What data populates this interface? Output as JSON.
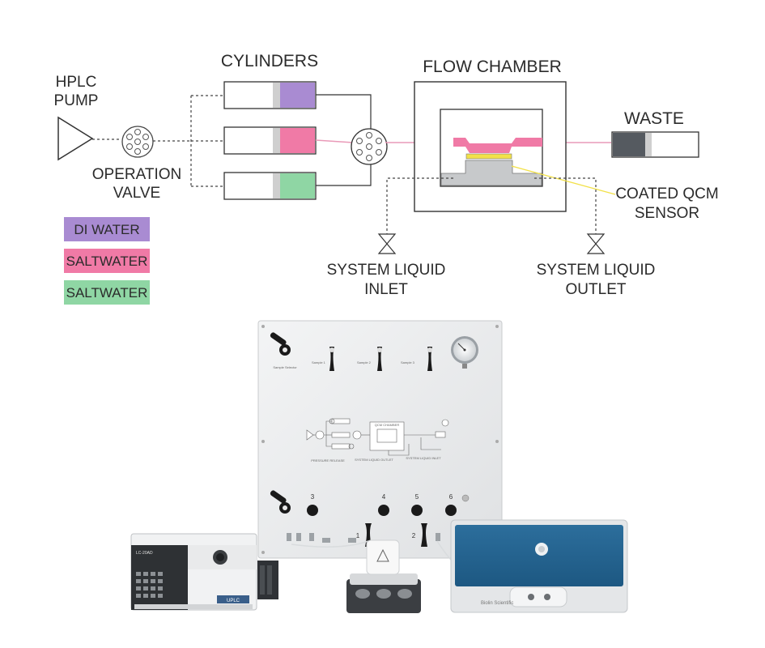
{
  "diagram": {
    "pump_label_line1": "HPLC",
    "pump_label_line2": "PUMP",
    "valve_label_line1": "OPERATION",
    "valve_label_line2": "VALVE",
    "cylinders_label": "CYLINDERS",
    "flow_chamber_label": "FLOW CHAMBER",
    "waste_label": "WASTE",
    "sensor_label_line1": "COATED QCM",
    "sensor_label_line2": "SENSOR",
    "inlet_label_line1": "SYSTEM LIQUID",
    "inlet_label_line2": "INLET",
    "outlet_label_line1": "SYSTEM LIQUID",
    "outlet_label_line2": "OUTLET",
    "legend": [
      {
        "label": "DI WATER",
        "color": "#a98bd2"
      },
      {
        "label": "SALTWATER",
        "color": "#f07aa6"
      },
      {
        "label": "SALTWATER",
        "color": "#8fd6a4"
      }
    ],
    "colors": {
      "purple": "#a98bd2",
      "pink": "#f07aa6",
      "green": "#8fd6a4",
      "sensor_yellow": "#f2e14a",
      "waste_dark": "#555a60",
      "pink_line": "#e99ab8"
    }
  },
  "photo": {
    "panel_labels": {
      "sample1": "Sample 1",
      "sample2": "Sample 2",
      "sample3": "Sample 3",
      "sample_selector": "Sample Selector",
      "pressure_release": "PRESSURE RELEASE",
      "system_liquid_outlet": "SYSTEM LIQUID OUTLET",
      "system_liquid_inlet": "SYSTEM LIQUID INLET",
      "qcm_chamber": "QCM CHAMBER",
      "valve_nums": [
        "3",
        "4",
        "5",
        "6",
        "1",
        "2"
      ]
    },
    "pump_brand": "LC-20AD",
    "pump_badge": "UPLC",
    "qcm_brand": "Biolin Scientific"
  }
}
